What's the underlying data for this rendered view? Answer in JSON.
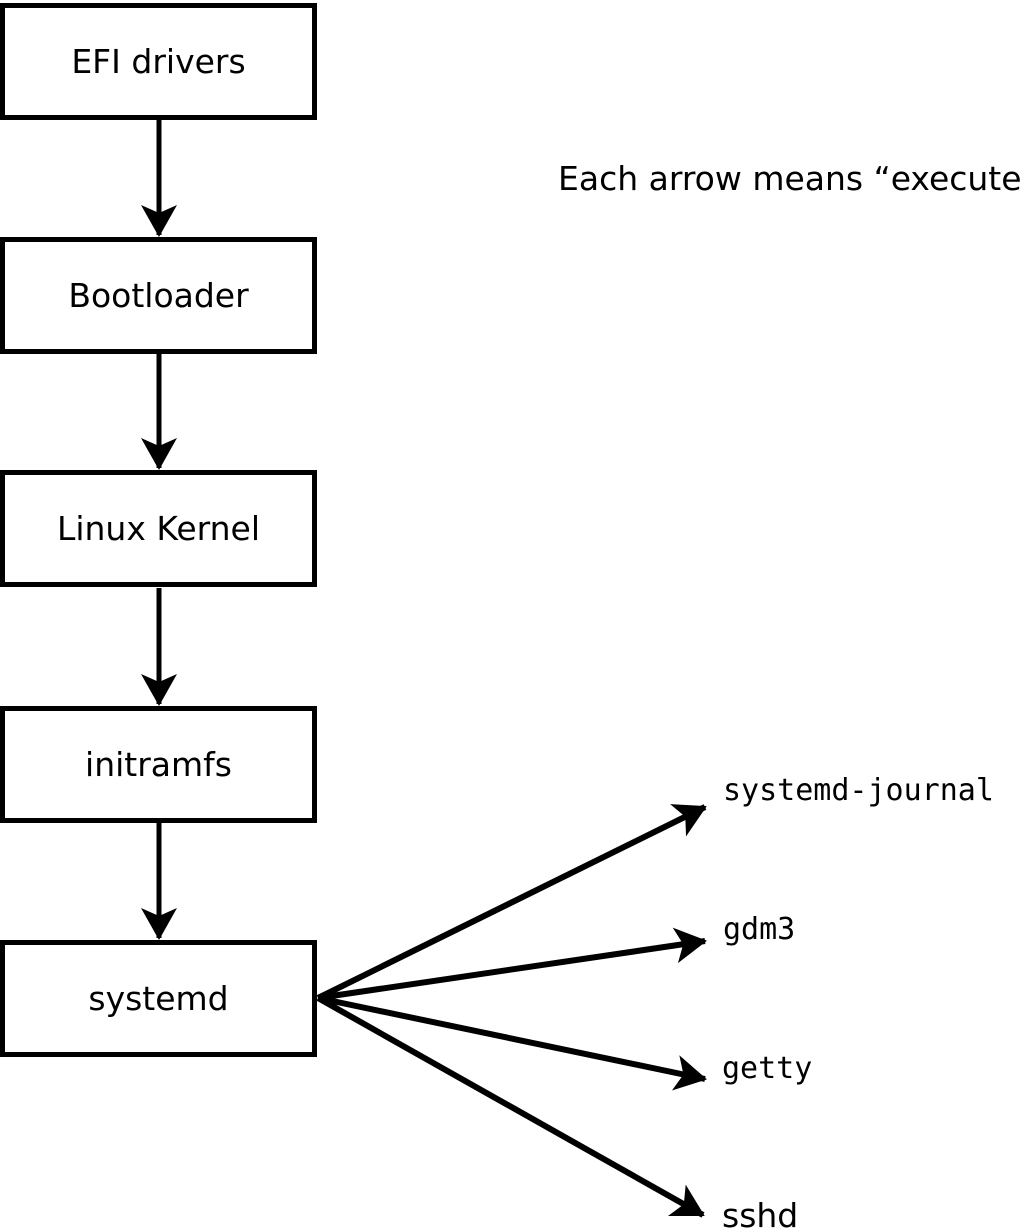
{
  "note": "Each arrow means “executes”.",
  "chain": [
    {
      "label": "EFI drivers"
    },
    {
      "label": "Bootloader"
    },
    {
      "label": "Linux Kernel"
    },
    {
      "label": "initramfs"
    },
    {
      "label": "systemd"
    }
  ],
  "spawned": [
    {
      "label": "systemd-journal"
    },
    {
      "label": "gdm3"
    },
    {
      "label": "getty"
    },
    {
      "label": "sshd"
    }
  ],
  "colors": {
    "stroke": "#000000",
    "fill": "#ffffff",
    "text": "#000000",
    "background": "#ffffff"
  }
}
